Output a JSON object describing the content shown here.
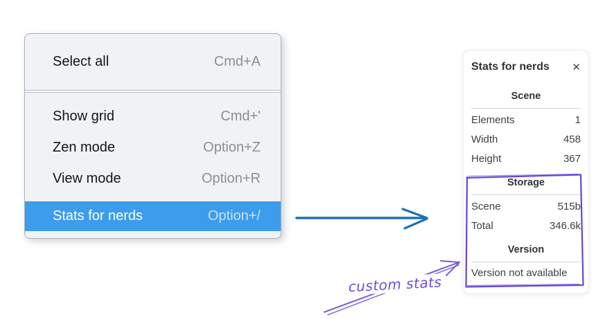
{
  "context_menu": {
    "sections": [
      {
        "items": [
          {
            "label": "Select all",
            "shortcut": "Cmd+A",
            "selected": false
          }
        ]
      },
      {
        "items": [
          {
            "label": "Show grid",
            "shortcut": "Cmd+'",
            "selected": false
          },
          {
            "label": "Zen mode",
            "shortcut": "Option+Z",
            "selected": false
          },
          {
            "label": "View mode",
            "shortcut": "Option+R",
            "selected": false
          },
          {
            "label": "Stats for nerds",
            "shortcut": "Option+/",
            "selected": true
          }
        ]
      }
    ]
  },
  "stats_panel": {
    "title": "Stats for nerds",
    "sections": [
      {
        "heading": "Scene",
        "rows": [
          {
            "label": "Elements",
            "value": "1"
          },
          {
            "label": "Width",
            "value": "458"
          },
          {
            "label": "Height",
            "value": "367"
          }
        ]
      },
      {
        "heading": "Storage",
        "rows": [
          {
            "label": "Scene",
            "value": "515b"
          },
          {
            "label": "Total",
            "value": "346.6k"
          }
        ]
      },
      {
        "heading": "Version",
        "note": "Version not available"
      }
    ]
  },
  "annotation": {
    "label": "custom stats"
  },
  "icons": {
    "close": "✕"
  },
  "colors": {
    "menu_highlight": "#3d9cec",
    "flow_arrow_blue": "#1d6fba",
    "annotation_purple": "#6b4fd8",
    "highlight_box_purple": "#6745d8"
  }
}
